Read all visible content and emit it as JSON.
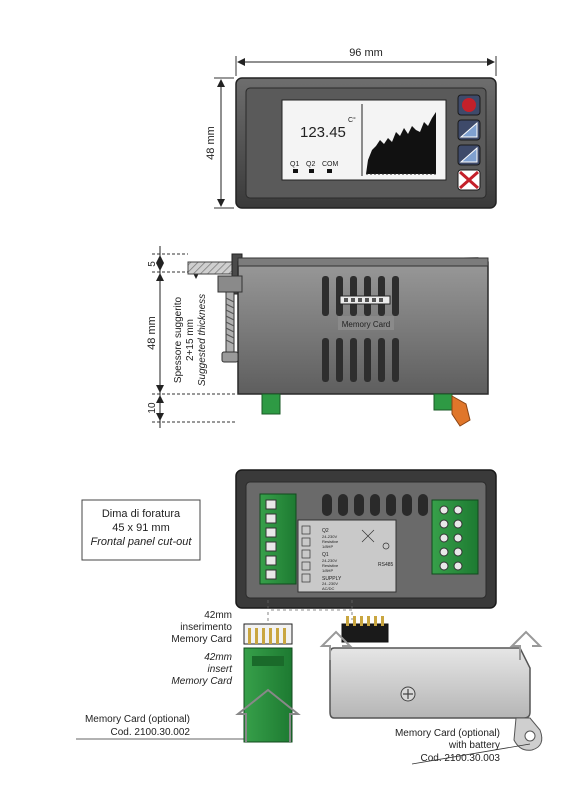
{
  "front_view": {
    "width_label": "96 mm",
    "height_label": "48 mm",
    "display": {
      "temperature_value": "123.45",
      "unit": "C°",
      "indicators": [
        "Q1",
        "Q2",
        "COM"
      ]
    },
    "buttons": [
      "record-button",
      "up-triangle-button",
      "down-triangle-button",
      "cross-button"
    ]
  },
  "side_view": {
    "top_label": "5",
    "height_label": "48 mm",
    "bottom_label": "10",
    "thickness_label_it_1": "Spessore suggerito",
    "thickness_label_it_2": "2+15 mm",
    "thickness_label_en": "Suggested thickness",
    "memory_card_label": "Memory Card"
  },
  "back_view": {
    "cutout_title_1": "Dima di foratura",
    "cutout_title_2": "45 x 91 mm",
    "cutout_title_en": "Frontal panel cut-out",
    "terminal_texts": {
      "q2": "Q2",
      "q2_spec_1": "24-230V",
      "q2_spec_2": "Resistive",
      "q2_spec_3": "1/8HP",
      "q1": "Q1",
      "q1_spec_1": "24-230V",
      "q1_spec_2": "Resistive",
      "q1_spec_3": "1/8HP",
      "supply": "SUPPLY",
      "supply_spec_1": "24..230V",
      "supply_spec_2": "AC/DC",
      "rs485": "RS485"
    }
  },
  "memory_card": {
    "insert_it_1": "42mm",
    "insert_it_2": "inserimento",
    "insert_it_3": "Memory Card",
    "insert_en_1": "42mm",
    "insert_en_2": "insert",
    "insert_en_3": "Memory Card",
    "optional_label": "Memory Card  (optional)",
    "optional_code": "Cod. 2100.30.002",
    "battery_label_1": "Memory Card  (optional)",
    "battery_label_2": "with battery",
    "battery_code": "Cod. 2100.30.003"
  }
}
